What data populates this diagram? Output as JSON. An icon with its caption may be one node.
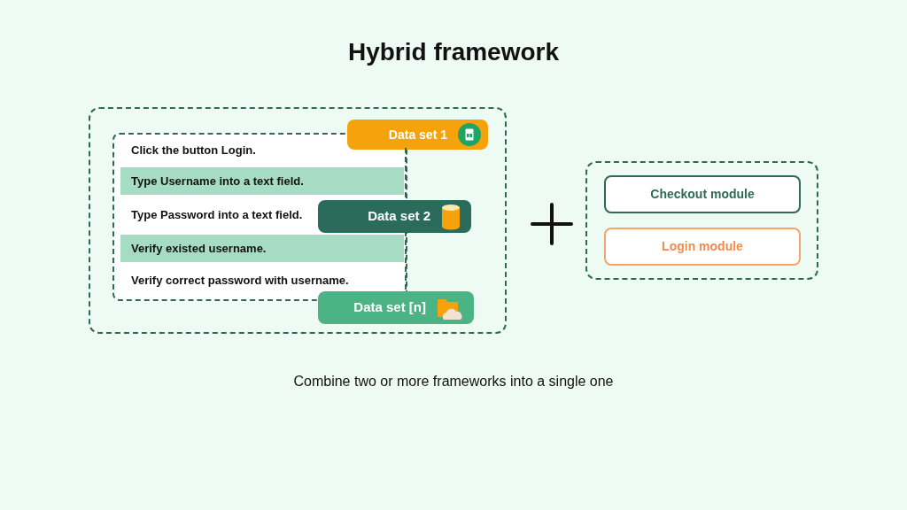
{
  "diagram": {
    "title": "Hybrid framework",
    "nodes": [
      {
        "text": [],
        "shape": "box"
      },
      {
        "text": [],
        "shape": "box",
        "in": 0
      },
      {
        "text": [
          "Click the button Login."
        ],
        "in": 1
      },
      {
        "text": [
          "Type Username into a text field."
        ],
        "in": 1
      },
      {
        "text": [
          "Type Password into a text field."
        ],
        "in": 1
      },
      {
        "text": [
          "Verify existed username."
        ],
        "in": 1
      },
      {
        "text": [
          "Verify correct password with username."
        ],
        "in": 1
      },
      {
        "text": [
          "Data set 1"
        ],
        "in": 0
      },
      {
        "text": [
          "Data set 2"
        ],
        "in": 0
      },
      {
        "text": [
          "Data set [n]"
        ],
        "in": 0
      },
      {
        "text": [],
        "shape": "box"
      },
      {
        "text": [
          "Checkout module"
        ],
        "in": 10
      },
      {
        "text": [
          "Login module"
        ],
        "in": 10
      }
    ],
    "edges": [
      {
        "from": 7,
        "to": 8,
        "arrow": "none",
        "style": "dashed"
      },
      {
        "from": 8,
        "to": 9,
        "arrow": "none",
        "style": "dashed"
      }
    ],
    "caption": "Combine two or more frameworks into a single one"
  }
}
